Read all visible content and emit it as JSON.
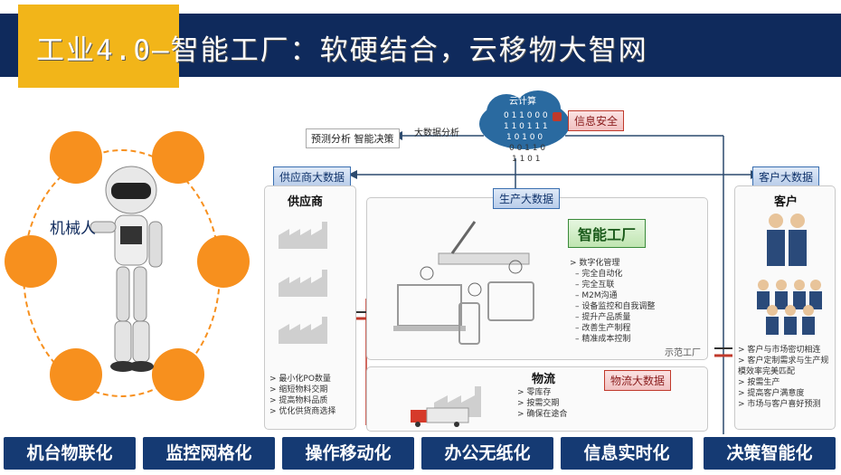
{
  "header": {
    "title": "工业4.0—智能工厂：软硬结合，云移物大智网"
  },
  "robot": {
    "label": "机械人"
  },
  "cloud": {
    "title": "云计算",
    "binary": [
      "0 1 1 0 0 0",
      "1 1 0 1 1 1",
      "1 0 1 0 0",
      "0 0 1 1 0",
      "1 1 0 1"
    ],
    "security": "信息安全"
  },
  "top": {
    "predict": "预测分析 智能决策",
    "bigdata": "大数据分析"
  },
  "supplier": {
    "tag": "供应商大数据",
    "title": "供应商",
    "items": [
      "> 最小化PO数量",
      "> 缩短物料交期",
      "> 提高物料品质",
      "> 优化供货商选择"
    ]
  },
  "factory": {
    "tag": "生产大数据",
    "title": "智能工厂",
    "subtitle": "示范工厂",
    "items": [
      "> 数字化管理",
      "– 完全自动化",
      "– 完全互联",
      "– M2M沟通",
      "– 设备监控和自我调整",
      "– 提升产品质量",
      "– 改善生产制程",
      "– 精准成本控制"
    ]
  },
  "logistics": {
    "title": "物流",
    "tag": "物流大数据",
    "items": [
      "> 零库存",
      "> 按需交期",
      "> 确保在途合"
    ]
  },
  "customer": {
    "tag": "客户大数据",
    "title": "客户",
    "items": [
      "> 客户与市场密切相连",
      "> 客户定制需求与生产规",
      "  模效率完美匹配",
      "> 按需生产",
      "> 提高客户满意度",
      "> 市场与客户喜好预测"
    ]
  },
  "bottom": [
    "机台物联化",
    "监控网格化",
    "操作移动化",
    "办公无纸化",
    "信息实时化",
    "决策智能化"
  ],
  "colors": {
    "navy": "#0f2a5c",
    "orange": "#f7901e",
    "gold": "#f2b519"
  }
}
